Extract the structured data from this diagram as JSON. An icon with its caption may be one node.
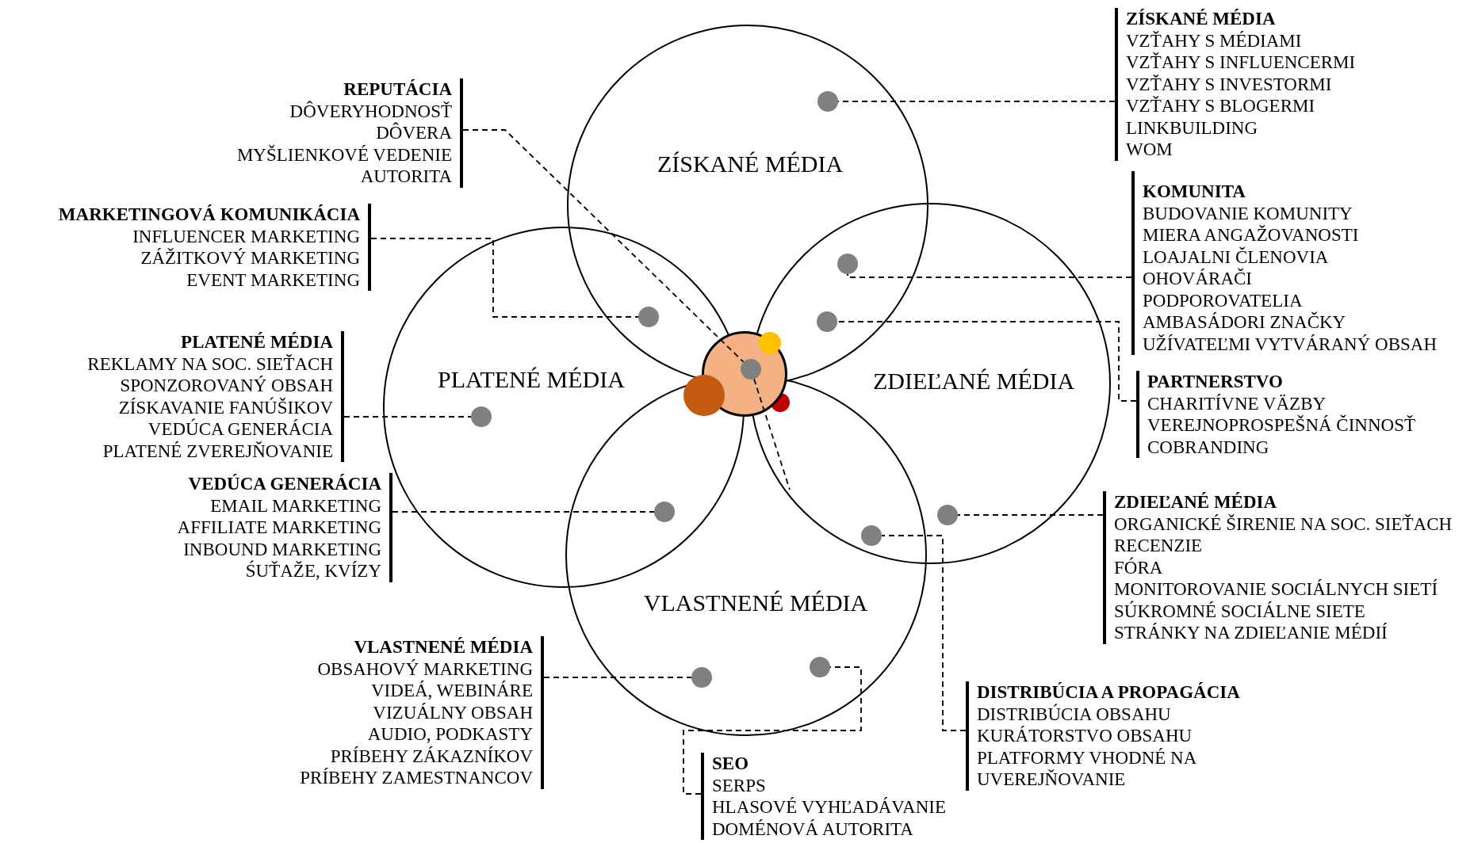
{
  "diagram": {
    "nodes": [
      {
        "text": [
          "ZÍSKANÉ MÉDIA"
        ]
      },
      {
        "text": [
          "PLATENÉ MÉDIA"
        ]
      },
      {
        "text": [
          "ZDIEĽANÉ MÉDIA"
        ]
      },
      {
        "text": [
          "VLASTNENÉ MÉDIA"
        ]
      },
      {
        "text": [],
        "shape": "circle"
      },
      {
        "text": [],
        "shape": "circle",
        "in": 0
      },
      {
        "text": [],
        "shape": "circle"
      },
      {
        "text": [],
        "shape": "circle"
      },
      {
        "text": [],
        "shape": "circle"
      },
      {
        "text": [],
        "shape": "circle"
      },
      {
        "text": [],
        "shape": "circle",
        "in": 1
      },
      {
        "text": [],
        "shape": "circle"
      },
      {
        "text": [],
        "shape": "circle",
        "in": 2
      },
      {
        "text": [],
        "shape": "circle"
      },
      {
        "text": [],
        "shape": "circle",
        "in": 3
      },
      {
        "text": [],
        "shape": "circle",
        "in": 3
      },
      {
        "text": [
          "REPUTÁCIA",
          "DÔVERYHODNOSŤ",
          "DÔVERA",
          "MYŠLIENKOVÉ VEDENIE",
          "AUTORITA"
        ]
      },
      {
        "text": [
          "ZÍSKANÉ MÉDIA",
          "VZŤAHY S MÉDIAMI",
          "VZŤAHY S INFLUENCERMI",
          "VZŤAHY S INVESTORMI",
          "VZŤAHY S BLOGERMI",
          "LINKBUILDING",
          "WOM"
        ]
      },
      {
        "text": [
          "KOMUNITA",
          "BUDOVANIE KOMUNITY",
          "MIERA ANGAŽOVANOSTI",
          "LOAJALNI ČLENOVIA",
          "OHOVÁRAČI",
          "PODPOROVATELIA",
          "AMBASÁDORI ZNAČKY",
          "UŽÍVATEĽMI VYTVÁRANÝ OBSAH"
        ]
      },
      {
        "text": [
          "MARKETINGOVÁ KOMUNIKÁCIA",
          "INFLUENCER MARKETING",
          "ZÁŽITKOVÝ MARKETING",
          "EVENT MARKETING"
        ]
      },
      {
        "text": [
          "PLATENÉ MÉDIA",
          "REKLAMY NA SOC. SIEŤACH",
          "SPONZOROVANÝ OBSAH",
          "ZÍSKAVANIE FANÚŠIKOV",
          "VEDÚCA GENERÁCIA",
          "PLATENÉ ZVEREJŇOVANIE"
        ]
      },
      {
        "text": [
          "PARTNERSTVO",
          "CHARITÍVNE VÄZBY",
          "VEREJNOPROSPEŠNÁ ČINNOSŤ",
          "COBRANDING"
        ]
      },
      {
        "text": [
          "VEDÚCA GENERÁCIA",
          "EMAIL MARKETING",
          "AFFILIATE MARKETING",
          "INBOUND MARKETING",
          "ŚUŤAŽE, KVÍZY"
        ]
      },
      {
        "text": [
          "ZDIEĽANÉ MÉDIA",
          "ORGANICKÉ ŠIRENIE NA SOC. SIEŤACH",
          "RECENZIE",
          "FÓRA",
          "MONITOROVANIE SOCIÁLNYCH SIETÍ",
          "SÚKROMNÉ SOCIÁLNE SIETE",
          "STRÁNKY NA ZDIEĽANIE MÉDIÍ"
        ]
      },
      {
        "text": [
          "VLASTNENÉ MÉDIA",
          "OBSAHOVÝ MARKETING",
          "VIDEÁ, WEBINÁRE",
          "VIZUÁLNY OBSAH",
          "AUDIO, PODKASTY",
          "PRÍBEHY ZÁKAZNÍKOV",
          "PRÍBEHY ZAMESTNANCOV"
        ]
      },
      {
        "text": [
          "DISTRIBÚCIA A PROPAGÁCIA",
          "DISTRIBÚCIA OBSAHU",
          "KURÁTORSTVO OBSAHU",
          "PLATFORMY VHODNÉ NA UVEREJŇOVANIE"
        ]
      },
      {
        "text": [
          "SEO",
          "SERPS",
          "HLASOVÉ VYHĽADÁVANIE",
          "DOMÉNOVÁ AUTORITA"
        ]
      }
    ],
    "edges": [
      {
        "from": 16,
        "to": 9,
        "arrow": "none",
        "style": "dashed"
      },
      {
        "from": 9,
        "to": null,
        "arrow": "none",
        "style": "dashed"
      },
      {
        "from": 17,
        "to": 5,
        "arrow": "none",
        "style": "dashed"
      },
      {
        "from": 18,
        "to": 6,
        "arrow": "none",
        "style": "dashed"
      },
      {
        "from": 19,
        "to": 7,
        "arrow": "none",
        "style": "dashed"
      },
      {
        "from": 20,
        "to": 10,
        "arrow": "none",
        "style": "dashed"
      },
      {
        "from": 21,
        "to": 8,
        "arrow": "none",
        "style": "dashed"
      },
      {
        "from": 22,
        "to": 11,
        "arrow": "none",
        "style": "dashed"
      },
      {
        "from": 23,
        "to": 12,
        "arrow": "none",
        "style": "dashed"
      },
      {
        "from": 24,
        "to": 15,
        "arrow": "none",
        "style": "dashed"
      },
      {
        "from": 25,
        "to": 13,
        "arrow": "none",
        "style": "dashed"
      },
      {
        "from": 26,
        "to": 14,
        "arrow": "none",
        "style": "dashed"
      }
    ]
  }
}
